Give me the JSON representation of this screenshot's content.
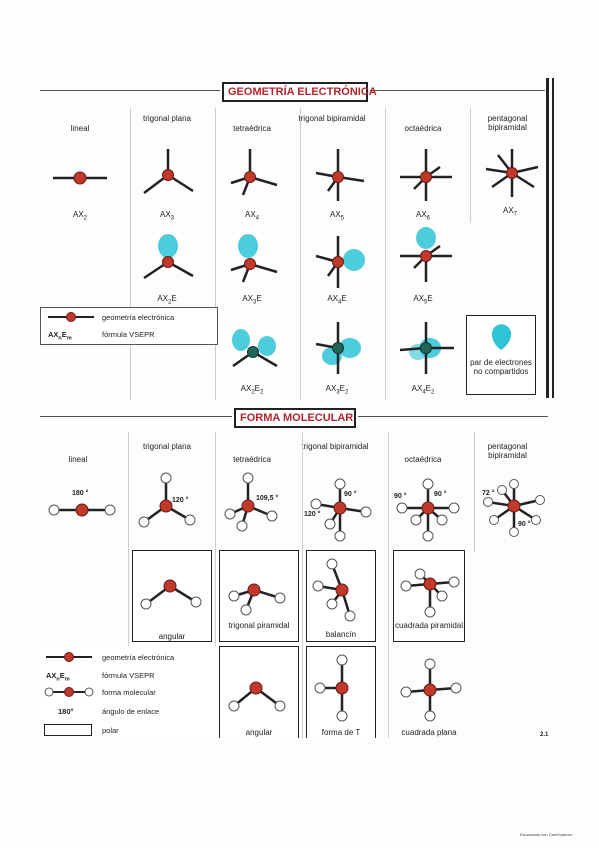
{
  "electronic": {
    "title": "GEOMETRÍA ELECTRÓNICA",
    "columns": [
      "lineal",
      "trigonal plana",
      "tetraédrica",
      "trigonal bipiramidal",
      "octaédrica",
      "pentagonal bipiramidal"
    ],
    "row1_formulas": [
      "AX2",
      "AX3",
      "AX4",
      "AX5",
      "AX6",
      "AX7"
    ],
    "row2_formulas": [
      "AX2E",
      "AX3E",
      "AX4E",
      "AX5E"
    ],
    "row3_formulas": [
      "AX2E2",
      "AX3E2",
      "AX4E2"
    ],
    "legend": {
      "geometry": "geometría electrónica",
      "symbol": "AXnEm",
      "formula": "fórmula VSEPR"
    },
    "lone_pair_box": "par de electrones no compartidos"
  },
  "molecular": {
    "title": "FORMA MOLECULAR",
    "columns": [
      "lineal",
      "trigonal plana",
      "tetraédrica",
      "trigonal bipiramidal",
      "octaédrica",
      "pentagonal bipiramidal"
    ],
    "angles": {
      "lineal": "180 °",
      "trigonal": "120 °",
      "tetra": "109,5 °",
      "tbp_a": "90 °",
      "tbp_b": "120 °",
      "oct_a": "90 °",
      "oct_b": "90 °",
      "pbp_a": "72 °",
      "pbp_b": "90 °"
    },
    "row2_labels": [
      "angular",
      "trigonal piramidal",
      "balancín",
      "cuadrada piramidal"
    ],
    "row3_labels": [
      "angular",
      "forma de T",
      "cuadrada plana"
    ],
    "legend": {
      "geometry": "geometría electrónica",
      "symbol": "AXnEm",
      "formula": "fórmula VSEPR",
      "shape": "forma molecular",
      "angle_symbol": "180°",
      "angle": "ángulo de enlace",
      "polar": "polar"
    }
  },
  "page_number": "2.1",
  "scan_note": "Escaneado con CamScanner",
  "colors": {
    "atom": "#c0392b",
    "lone_pair": "#2ec4d6",
    "bond": "#222222",
    "title_red": "#b3262c"
  }
}
